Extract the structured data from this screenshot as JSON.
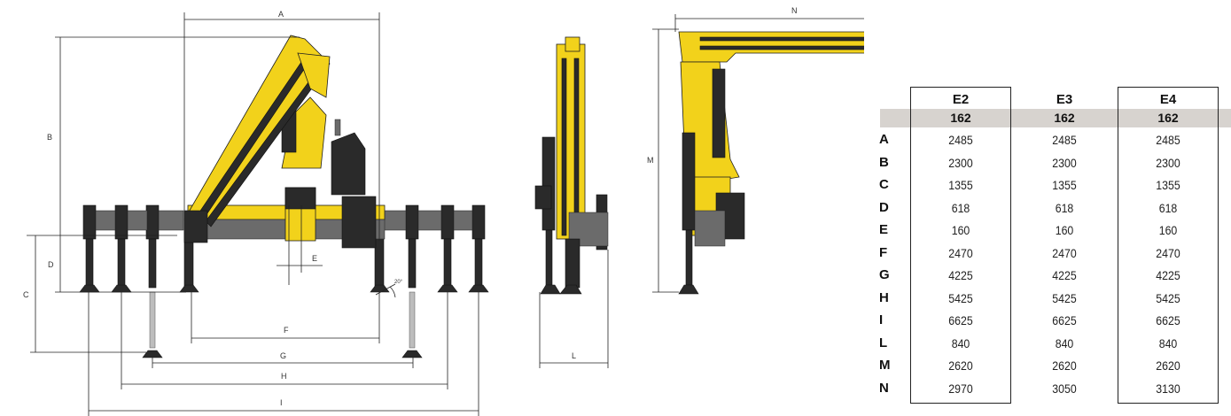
{
  "drawing": {
    "dimension_labels": {
      "A": "A",
      "B": "B",
      "C": "C",
      "D": "D",
      "E": "E",
      "F": "F",
      "G": "G",
      "H": "H",
      "I": "I",
      "L": "L",
      "M": "M",
      "N": "N"
    },
    "angle_label": "20°",
    "crane_color": "#f2d21b"
  },
  "spec_table": {
    "columns": [
      {
        "header": "E2",
        "sub": "162"
      },
      {
        "header": "E3",
        "sub": "162"
      },
      {
        "header": "E4",
        "sub": "162"
      }
    ],
    "rows": [
      {
        "label": "A",
        "values": [
          "2485",
          "2485",
          "2485"
        ]
      },
      {
        "label": "B",
        "values": [
          "2300",
          "2300",
          "2300"
        ]
      },
      {
        "label": "C",
        "values": [
          "1355",
          "1355",
          "1355"
        ]
      },
      {
        "label": "D",
        "values": [
          "618",
          "618",
          "618"
        ]
      },
      {
        "label": "E",
        "values": [
          "160",
          "160",
          "160"
        ]
      },
      {
        "label": "F",
        "values": [
          "2470",
          "2470",
          "2470"
        ]
      },
      {
        "label": "G",
        "values": [
          "4225",
          "4225",
          "4225"
        ]
      },
      {
        "label": "H",
        "values": [
          "5425",
          "5425",
          "5425"
        ]
      },
      {
        "label": "I",
        "values": [
          "6625",
          "6625",
          "6625"
        ]
      },
      {
        "label": "L",
        "values": [
          "840",
          "840",
          "840"
        ]
      },
      {
        "label": "M",
        "values": [
          "2620",
          "2620",
          "2620"
        ]
      },
      {
        "label": "N",
        "values": [
          "2970",
          "3050",
          "3130"
        ]
      }
    ],
    "band_color": "#d7d3cf"
  }
}
